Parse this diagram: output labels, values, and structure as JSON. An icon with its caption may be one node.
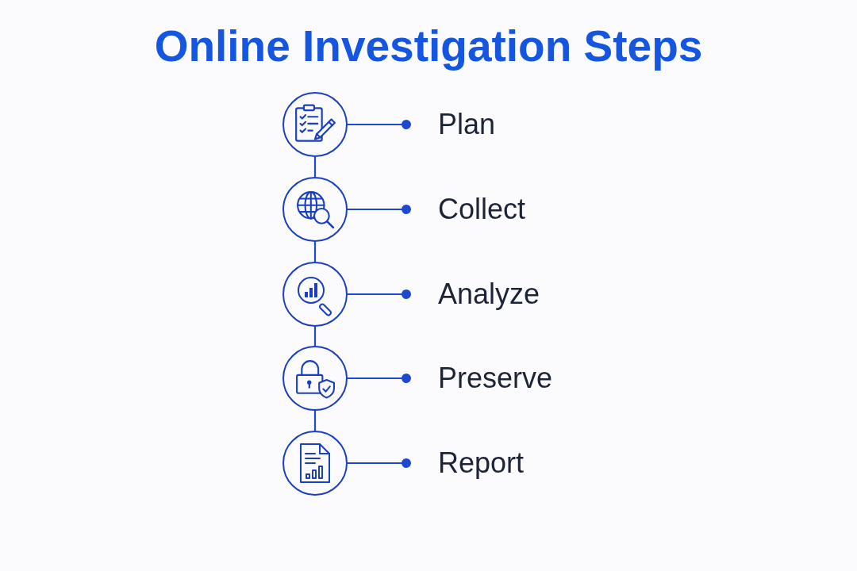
{
  "diagram": {
    "title": "Online Investigation Steps",
    "nodes": [
      {
        "text": [],
        "shape": "circle"
      },
      {
        "text": [
          "Plan"
        ]
      },
      {
        "text": [],
        "shape": "circle"
      },
      {
        "text": [
          "Collect"
        ]
      },
      {
        "text": [],
        "shape": "circle"
      },
      {
        "text": [
          "Analyze"
        ]
      },
      {
        "text": [],
        "shape": "circle"
      },
      {
        "text": [
          "Preserve"
        ]
      },
      {
        "text": [],
        "shape": "circle"
      },
      {
        "text": [
          "Report"
        ]
      }
    ],
    "edges": [
      {
        "from": 0,
        "to": 1,
        "arrow": "other"
      },
      {
        "from": 0,
        "to": 2,
        "arrow": "none"
      },
      {
        "from": 2,
        "to": 3,
        "arrow": "other"
      },
      {
        "from": 2,
        "to": 4,
        "arrow": "none"
      },
      {
        "from": 4,
        "to": 5,
        "arrow": "other"
      },
      {
        "from": 4,
        "to": 6,
        "arrow": "none"
      },
      {
        "from": 6,
        "to": 7,
        "arrow": "other"
      },
      {
        "from": 6,
        "to": 8,
        "arrow": "none"
      },
      {
        "from": 8,
        "to": 9,
        "arrow": "other"
      }
    ]
  }
}
